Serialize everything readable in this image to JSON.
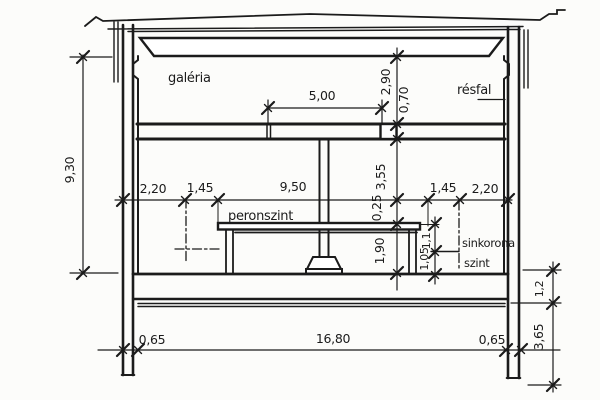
{
  "drawing": {
    "labels": {
      "galeria": "galéria",
      "resfal": "résfal",
      "peronszint": "peronszint",
      "sinkorona_line1": "sinkorona",
      "sinkorona_line2": "szint"
    },
    "dims": {
      "total_height": "9,30",
      "gallery_opening": "5,00",
      "gallery_clear_height": "2,90",
      "gallery_slab_depth": "0,70",
      "wall_to_axis_left": "2,20",
      "axis_to_platform_left": "1,45",
      "platform_width": "9,50",
      "platform_to_axis_right": "1,45",
      "axis_to_wall_right": "2,20",
      "concourse_height": "3,55",
      "platform_offset": "0,25",
      "platform_height": "1,90",
      "platform_above_rail": "1,1",
      "rail_above_slab": "1,05",
      "wall_thickness_left": "0,65",
      "clear_span": "16,80",
      "wall_thickness_right": "0,65",
      "base_slab_depth": "1,2",
      "wall_toe_depth": "3,65"
    },
    "colors": {
      "ink": "#1b1b1b",
      "paper": "#fcfcfa"
    }
  }
}
